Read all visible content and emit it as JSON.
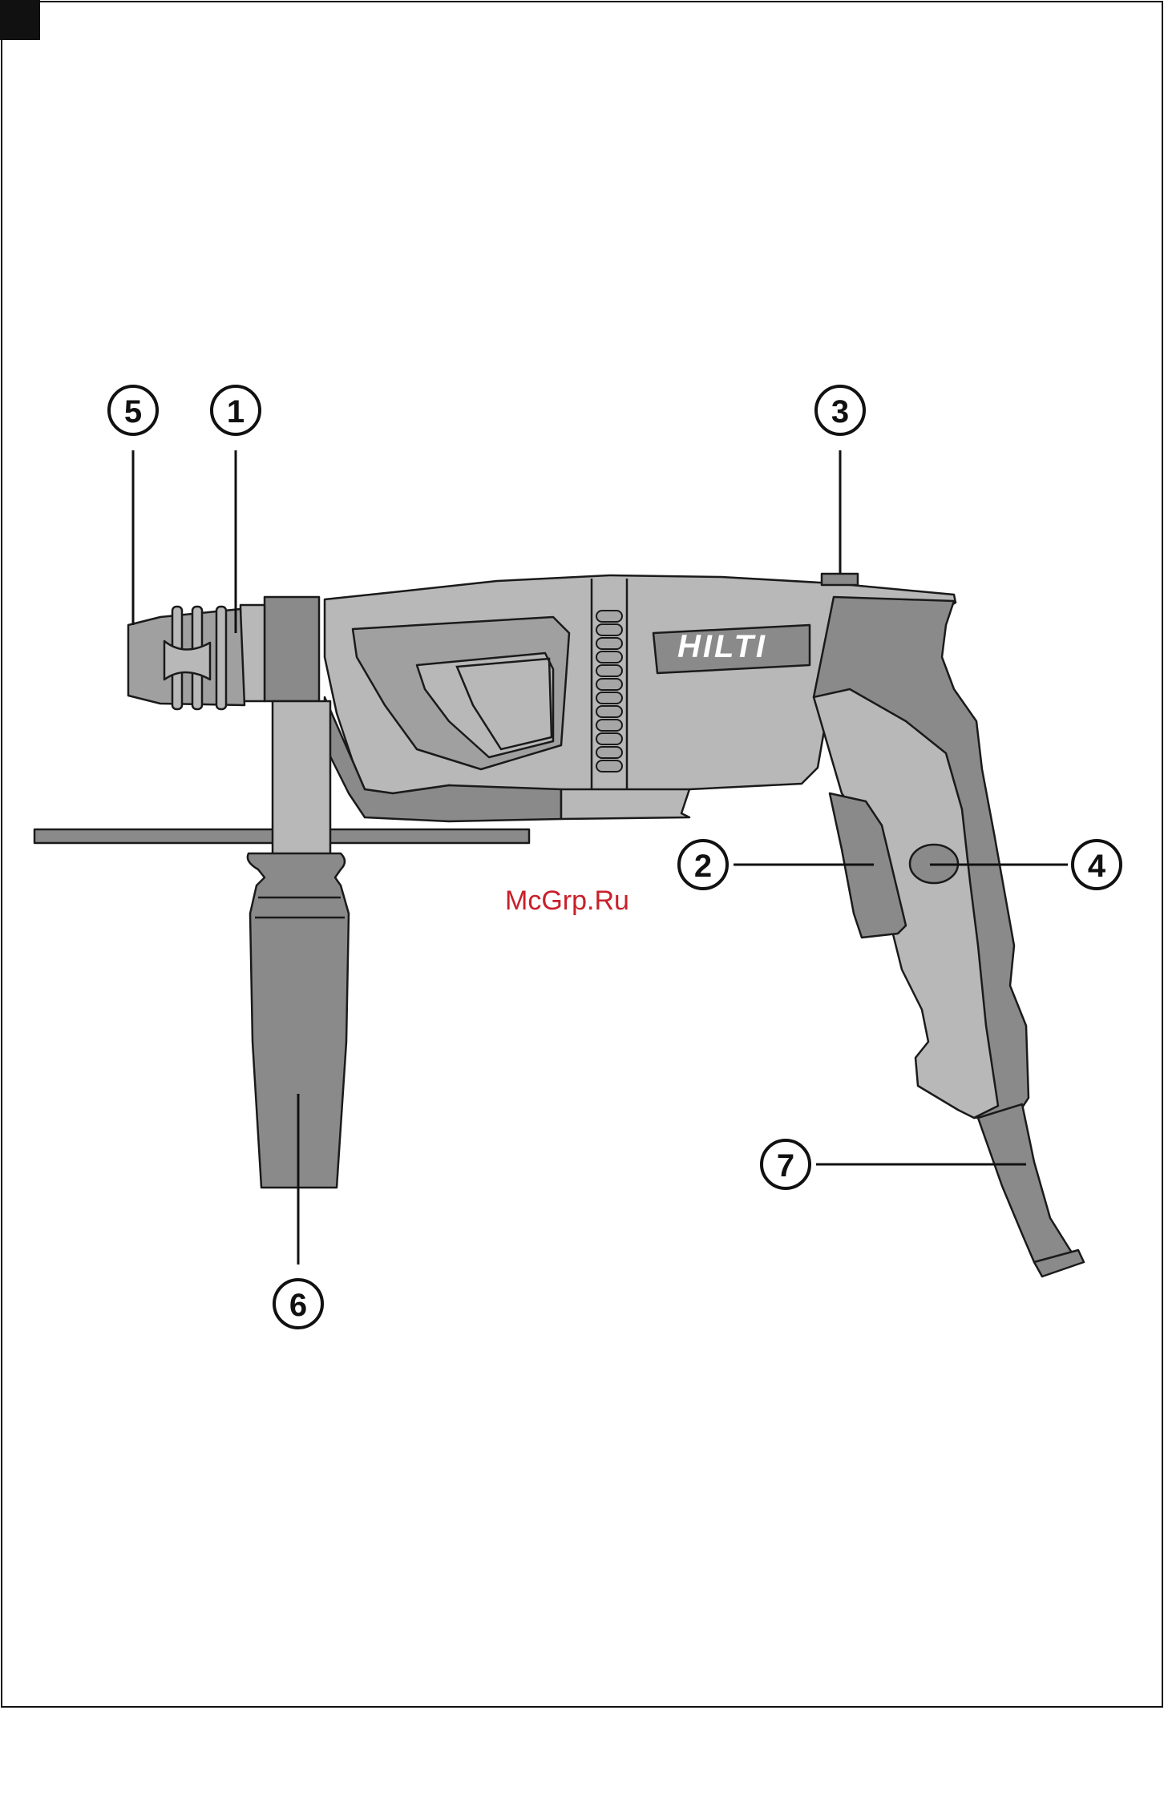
{
  "watermark": "McGrp.Ru",
  "brand_logo": "HILTI",
  "callouts": [
    {
      "id": "callout-1",
      "label": "1"
    },
    {
      "id": "callout-2",
      "label": "2"
    },
    {
      "id": "callout-3",
      "label": "3"
    },
    {
      "id": "callout-4",
      "label": "4"
    },
    {
      "id": "callout-5",
      "label": "5"
    },
    {
      "id": "callout-6",
      "label": "6"
    },
    {
      "id": "callout-7",
      "label": "7"
    }
  ],
  "colors": {
    "body_light": "#b8b8b8",
    "body_dark": "#8a8a8a",
    "outline": "#1a1a1a",
    "watermark": "#c8202a"
  }
}
